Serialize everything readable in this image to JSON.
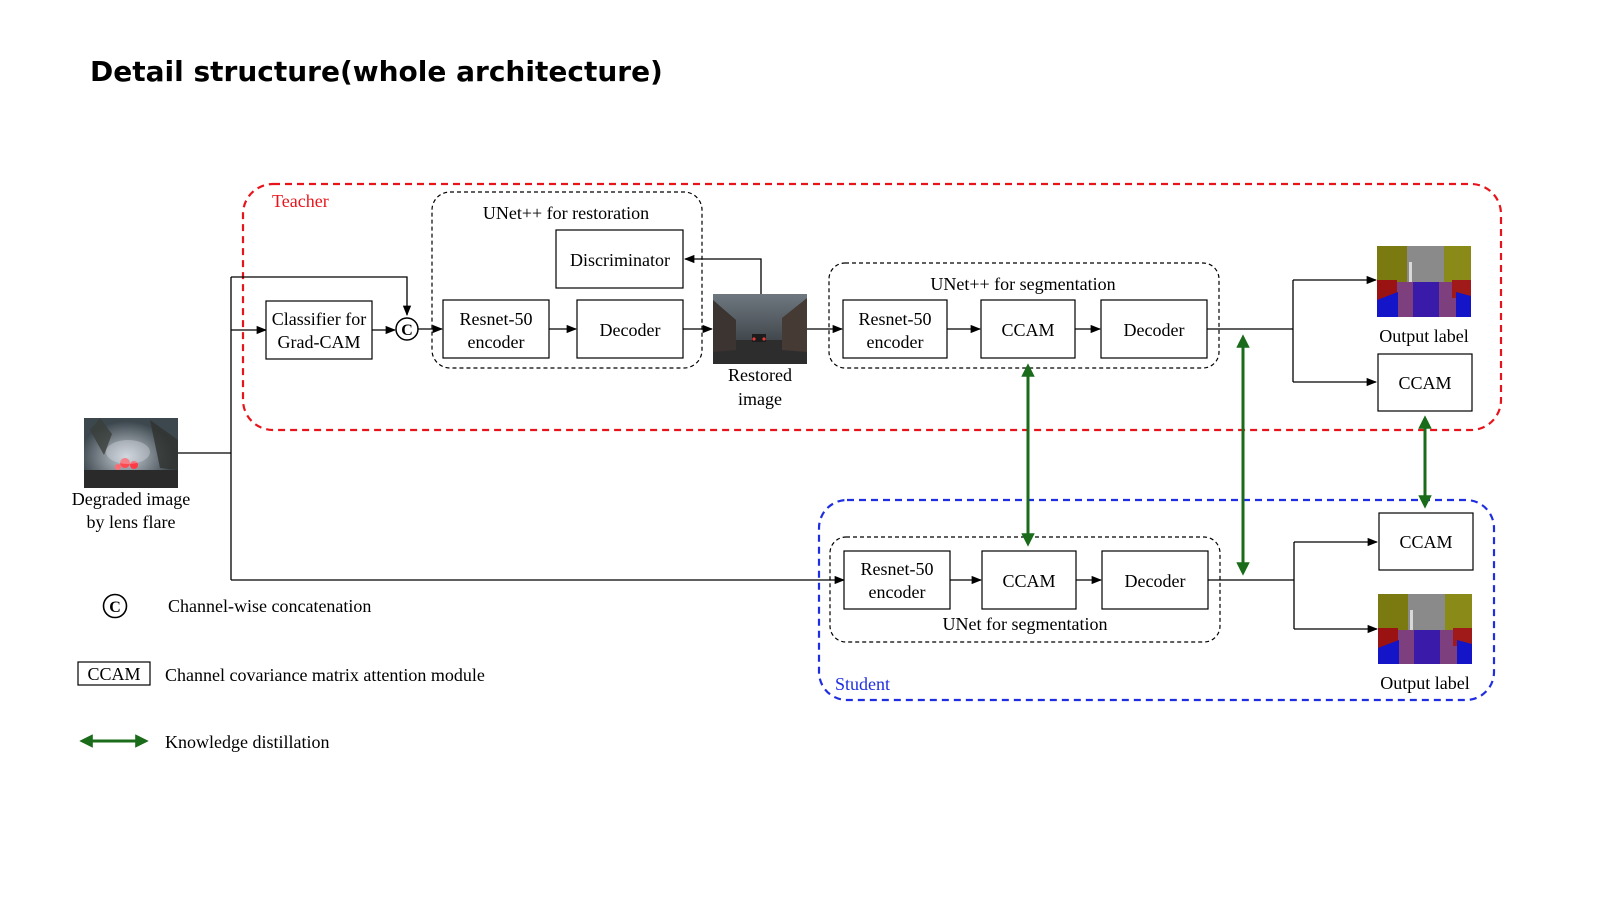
{
  "title": "Detail structure(whole architecture)",
  "teacher": {
    "label": "Teacher",
    "color": "#e8141b",
    "restoration_group": "UNet++ for restoration",
    "segmentation_group": "UNet++ for segmentation",
    "classifier": [
      "Classifier for",
      "Grad-CAM"
    ],
    "concat_symbol": "C",
    "discriminator": "Discriminator",
    "restore_encoder": [
      "Resnet-50",
      "encoder"
    ],
    "restore_decoder": "Decoder",
    "restored_image": [
      "Restored",
      "image"
    ],
    "seg_encoder": [
      "Resnet-50",
      "encoder"
    ],
    "seg_ccam": "CCAM",
    "seg_decoder": "Decoder",
    "output_label": "Output label",
    "output_ccam": "CCAM"
  },
  "student": {
    "label": "Student",
    "color": "#1f2ee0",
    "segmentation_group": "UNet for segmentation",
    "seg_encoder": [
      "Resnet-50",
      "encoder"
    ],
    "seg_ccam": "CCAM",
    "seg_decoder": "Decoder",
    "output_ccam": "CCAM",
    "output_label": "Output label"
  },
  "input_image": [
    "Degraded image",
    "by lens flare"
  ],
  "legend": {
    "concat_symbol": "C",
    "concat_text": "Channel-wise concatenation",
    "ccam_box": "CCAM",
    "ccam_text": "Channel covariance matrix attention module",
    "kd_text": "Knowledge distillation",
    "kd_color": "#1a6b1a"
  }
}
